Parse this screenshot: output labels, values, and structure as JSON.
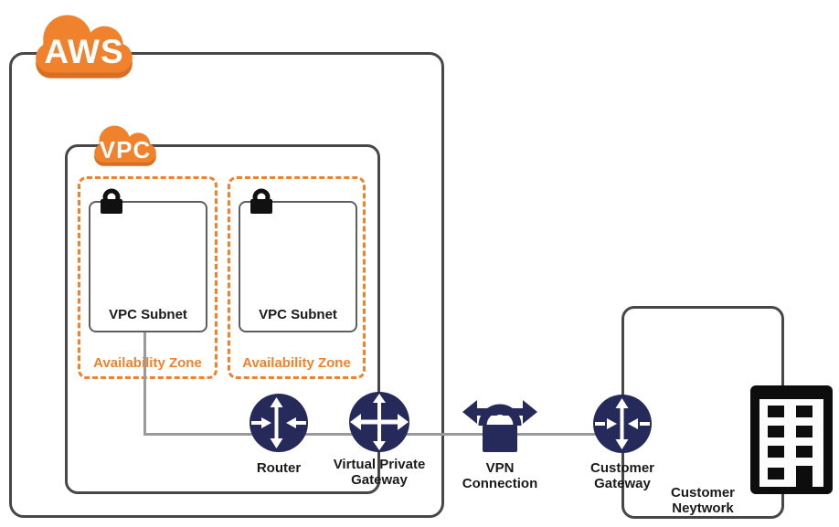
{
  "diagram": {
    "clouds": {
      "aws": {
        "label": "AWS"
      },
      "vpc": {
        "label": "VPC"
      }
    },
    "availability_zones": [
      {
        "label": "Availability Zone",
        "subnet": {
          "label": "VPC Subnet"
        }
      },
      {
        "label": "Availability Zone",
        "subnet": {
          "label": "VPC Subnet"
        }
      }
    ],
    "nodes": {
      "router": {
        "label": "Router"
      },
      "virtual_private_gateway": {
        "label_line1": "Virtual Private",
        "label_line2": "Gateway"
      },
      "vpn_connection": {
        "label_line1": "VPN",
        "label_line2": "Connection"
      },
      "customer_gateway": {
        "label_line1": "Customer",
        "label_line2": "Gateway"
      }
    },
    "customer_network": {
      "label_line1": "Customer",
      "label_line2": "Neytwork"
    },
    "icon_names": [
      "aws-cloud-icon",
      "vpc-cloud-icon",
      "lock-icon",
      "router-icon",
      "virtual-private-gateway-icon",
      "vpn-connection-icon",
      "customer-gateway-icon",
      "building-icon"
    ],
    "colors": {
      "orange": "#F0822D",
      "orange_shadow": "#D96E22",
      "navy": "#262A5B",
      "boundary_gray": "#474747",
      "subnet_border_gray": "#5E5E5E",
      "connector_gray": "#9A9A9A",
      "label_black": "#1A1A1A"
    }
  }
}
